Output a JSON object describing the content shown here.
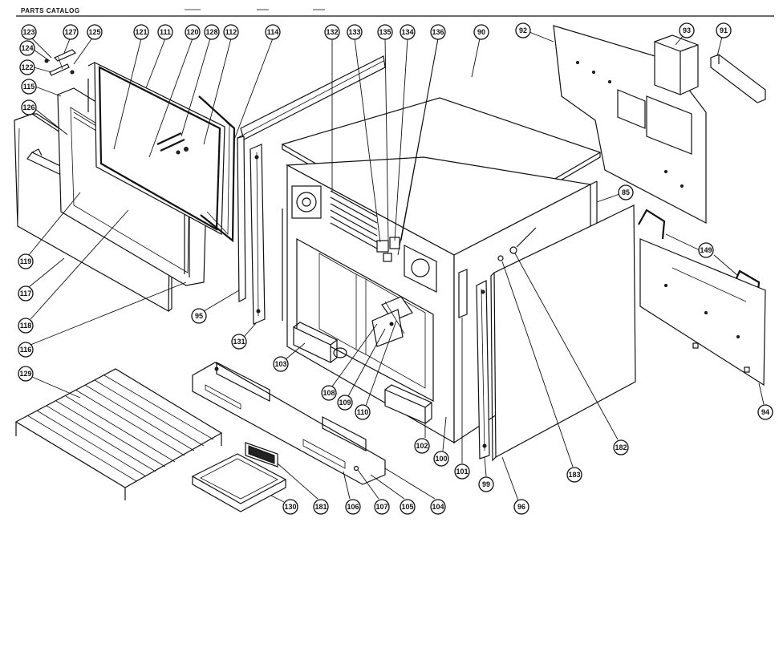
{
  "header": {
    "title": "PARTS CATALOG"
  },
  "callouts": {
    "c123": "123",
    "c127": "127",
    "c125": "125",
    "c124": "124",
    "c122": "122",
    "c121": "121",
    "c111": "111",
    "c120": "120",
    "c128": "128",
    "c112": "112",
    "c114": "114",
    "c132": "132",
    "c133": "133",
    "c135": "135",
    "c134": "134",
    "c136": "136",
    "c90": "90",
    "c92": "92",
    "c93": "93",
    "c91": "91",
    "c115": "115",
    "c126": "126",
    "c85": "85",
    "c149": "149",
    "c119": "119",
    "c117": "117",
    "c118": "118",
    "c116": "116",
    "c95": "95",
    "c131": "131",
    "c103": "103",
    "c108": "108",
    "c109": "109",
    "c110": "110",
    "c102": "102",
    "c100": "100",
    "c101": "101",
    "c99": "99",
    "c183": "183",
    "c182": "182",
    "c96": "96",
    "c94": "94",
    "c129": "129",
    "c130": "130",
    "c181": "181",
    "c106": "106",
    "c107": "107",
    "c105": "105",
    "c104": "104"
  }
}
